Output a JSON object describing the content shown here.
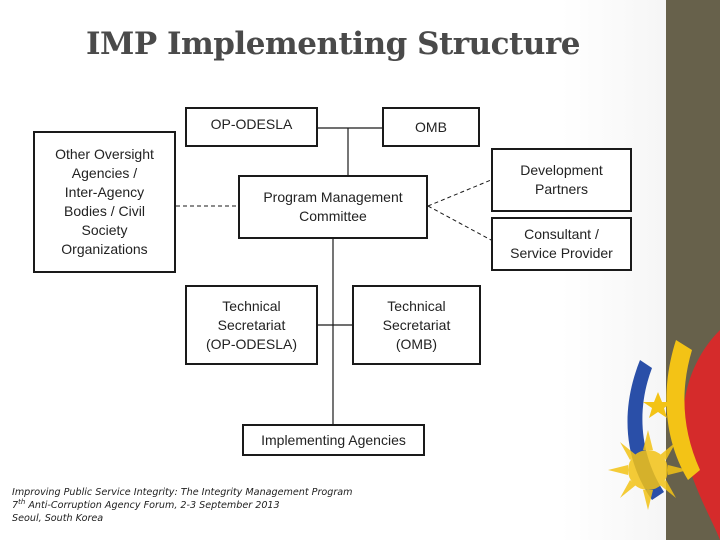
{
  "slide": {
    "title": "IMP Implementing Structure"
  },
  "diagram": {
    "nodes": {
      "op_odesla": "OP-ODESLA",
      "omb": "OMB",
      "other_oversight": "Other Oversight\nAgencies /\nInter-Agency\nBodies / Civil\nSociety\nOrganizations",
      "pmc": "Program Management\nCommittee",
      "dev_partners": "Development\nPartners",
      "consultant": "Consultant /\nService Provider",
      "ts_odesla": "Technical\nSecretariat\n(OP-ODESLA)",
      "ts_omb": "Technical\nSecretariat\n(OMB)",
      "impl_agencies": "Implementing Agencies"
    }
  },
  "footer": {
    "line1": "Improving Public Service Integrity: The Integrity Management Program",
    "line2_num": "7",
    "line2_sup": "th",
    "line2_rest": " Anti-Corruption Agency Forum, 2-3 September 2013",
    "line3": "Seoul, South Korea"
  },
  "colors": {
    "sidebar": "#67614b",
    "title": "#4a4a4a",
    "border": "#1a1a1a",
    "flag_blue": "#2a4fa8",
    "flag_red": "#d52b2b",
    "flag_yellow": "#f3c316"
  }
}
